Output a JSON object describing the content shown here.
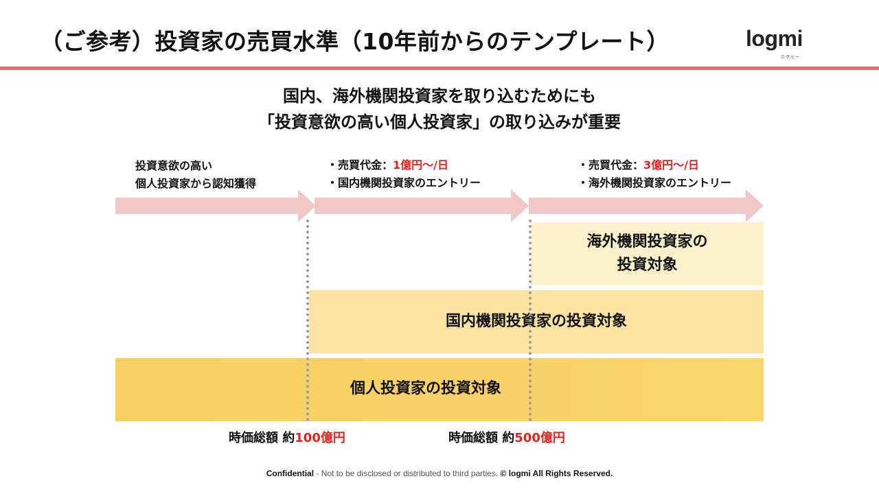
{
  "header": {
    "title": "（ご参考）投資家の売買水準（10年前からのテンプレート）",
    "logo": "logmi",
    "logo_sub": "ログミー"
  },
  "headline": {
    "line1": "国内、海外機関投資家を取り込むためにも",
    "line2": "「投資意欲の高い個人投資家」の取り込みが重要"
  },
  "stages": [
    {
      "line1": "投資意欲の高い",
      "line2": "個人投資家から認知獲得"
    },
    {
      "bullet1_prefix": "・売買代金：",
      "bullet1_value": "1億円～/日",
      "bullet2": "・国内機関投資家のエントリー"
    },
    {
      "bullet1_prefix": "・売買代金：",
      "bullet1_value": "3億円～/日",
      "bullet2": "・海外機関投資家のエントリー"
    }
  ],
  "bands": {
    "overseas_line1": "海外機関投資家の",
    "overseas_line2": "投資対象",
    "domestic": "国内機関投資家の投資対象",
    "individual": "個人投資家の投資対象"
  },
  "market_cap": [
    {
      "label": "時価総額  約",
      "value": "100億円"
    },
    {
      "label": "時価総額  約",
      "value": "500億円"
    }
  ],
  "footer": {
    "confidential": "Confidential",
    "note": "- Not to be disclosed or distributed to third parties.",
    "copyright": "© logmi All Rights Reserved."
  },
  "colors": {
    "accent_line": "#ee6a66",
    "arrow": "#f2c7c7",
    "highlight_red": "#e8201c",
    "band_overseas": "#fdf1cc",
    "band_domestic": "#fbe3a1",
    "band_individual": "#f9d062"
  }
}
